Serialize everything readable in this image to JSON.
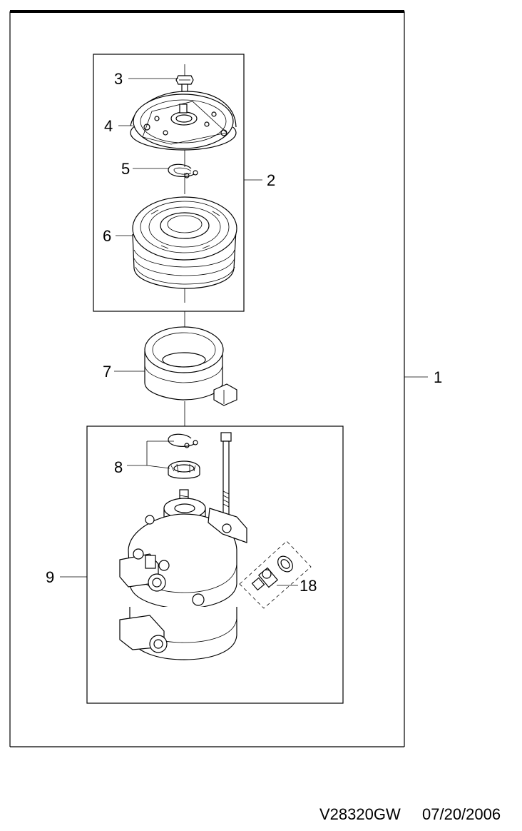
{
  "callouts": {
    "c1": "1",
    "c2": "2",
    "c3": "3",
    "c4": "4",
    "c5": "5",
    "c6": "6",
    "c7": "7",
    "c8": "8",
    "c9": "9",
    "c18": "18"
  },
  "footer": {
    "drawing_code": "V28320GW",
    "date": "07/20/2006"
  }
}
